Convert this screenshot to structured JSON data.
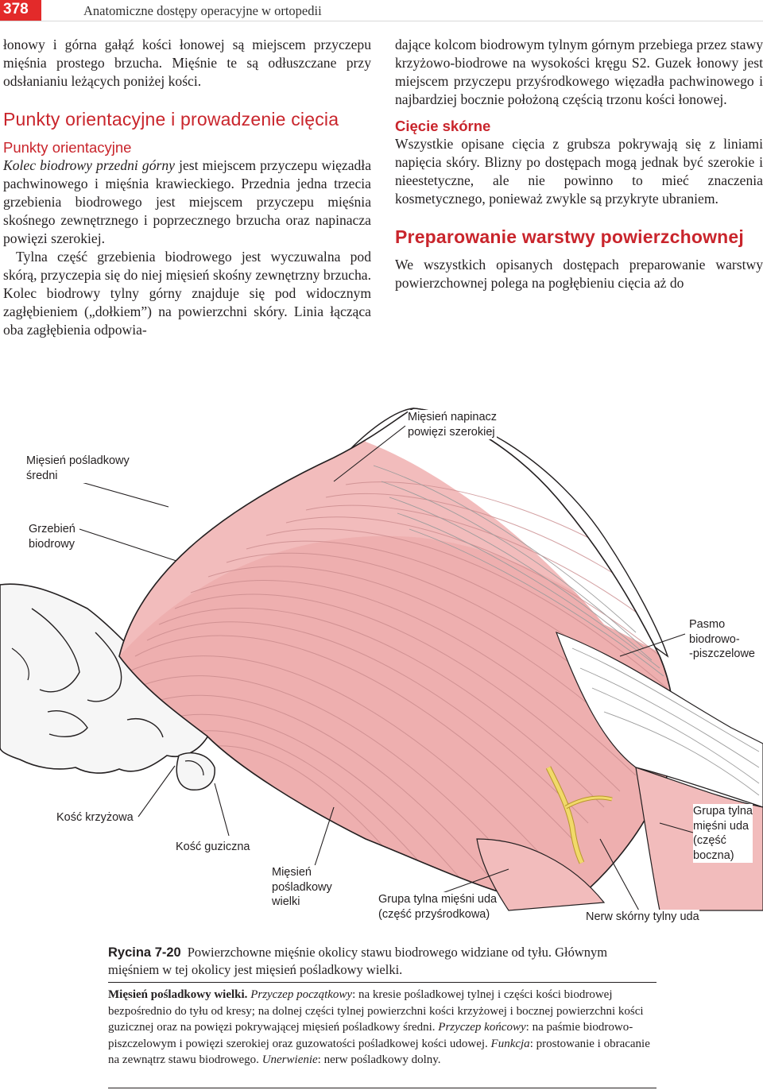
{
  "header": {
    "page_number": "378",
    "running_title": "Anatomiczne dostępy operacyjne w ortopedii"
  },
  "left_column": {
    "intro": "łonowy i górna gałąź kości łonowej są miejscem przyczepu mięśnia prostego brzucha. Mięśnie te są odłuszczane przy odsłanianiu leżących poniżej kości.",
    "section_title": "Punkty orientacyjne i prowadzenie cięcia",
    "subheading": "Punkty orientacyjne",
    "p1_italic": "Kolec biodrowy przedni górny",
    "p1_rest": " jest miejscem przyczepu więzadła pachwinowego i mięśnia krawieckiego. Przednia jedna trzecia grzebienia biodrowego jest miejscem przyczepu mięśnia skośnego zewnętrznego i poprzecznego brzucha oraz napinacza powięzi szerokiej.",
    "p2": "Tylna część grzebienia biodrowego jest wyczuwalna pod skórą, przyczepia się do niej mięsień skośny zewnętrzny brzucha. Kolec biodrowy tylny górny znajduje się pod widocznym zagłębieniem („dołkiem”) na powierzchni skóry. Linia łącząca oba zagłębienia odpowia-"
  },
  "right_column": {
    "continued": "dające kolcom biodrowym tylnym górnym przebiega przez stawy krzyżowo-biodrowe na wysokości kręgu S2. Guzek łonowy jest miejscem przyczepu przyśrodkowego więzadła pachwinowego i najbardziej bocznie położoną częścią trzonu kości łonowej.",
    "subheading": "Cięcie skórne",
    "incision_text": "Wszystkie opisane cięcia z grubsza pokrywają się z liniami napięcia skóry. Blizny po dostępach mogą jednak być szerokie i nieestetyczne, ale nie powinno to mieć znaczenia kosmetycznego, ponieważ zwykle są przykryte ubraniem.",
    "section_title": "Preparowanie warstwy powierzchownej",
    "section_text": "We wszystkich opisanych dostępach preparowanie warstwy powierzchownej polega na pogłębieniu cięcia aż do"
  },
  "figure": {
    "labels": {
      "tensor": "Mięsień napinacz\npowięzi szerokiej",
      "gluteus_medius": "Mięsień pośladkowy\nśredni",
      "iliac_crest": "Grzebień\nbiodrowy",
      "it_band": "Pasmo\nbiodrowo-\n-piszczelowe",
      "sacrum": "Kość krzyżowa",
      "coccyx": "Kość guziczna",
      "gluteus_maximus": "Mięsień\npośladkowy\nwielki",
      "hamstring_medial": "Grupa tylna mięśni uda\n(część przyśrodkowa)",
      "hamstring_lateral": "Grupa tylna\nmięśni uda\n(część\nboczna)",
      "nerve": "Nerw skórny tylny uda"
    },
    "colors": {
      "muscle": "#f2bcbc",
      "muscle_dark": "#e8a3a4",
      "fascia": "#ffffff",
      "nerve": "#f1d96a",
      "line": "#231f20"
    }
  },
  "caption": {
    "figure_number": "Rycina 7-20",
    "text": "Powierzchowne mięśnie okolicy stawu biodrowego widziane od tyłu. Głównym mięśniem w tej okolicy jest mięsień pośladkowy wielki."
  },
  "info_box": {
    "muscle_name": "Mięsień pośladkowy wielki.",
    "origin_label": "Przyczep początkowy",
    "origin_text": ": na kresie pośladkowej tylnej i części kości biodrowej bezpośrednio do tyłu od kresy; na dolnej części tylnej powierzchni kości krzyżowej i bocznej powierzchni kości guzicznej oraz na powięzi pokrywającej mięsień pośladkowy średni. ",
    "insertion_label": "Przyczep końcowy",
    "insertion_text": ": na paśmie biodrowo-piszczelowym i powięzi szerokiej oraz guzowatości pośladkowej kości udowej. ",
    "function_label": "Funkcja",
    "function_text": ": prostowanie i obracanie na zewnątrz stawu biodrowego. ",
    "nerve_label": "Unerwienie",
    "nerve_text": ": nerw pośladkowy dolny."
  }
}
